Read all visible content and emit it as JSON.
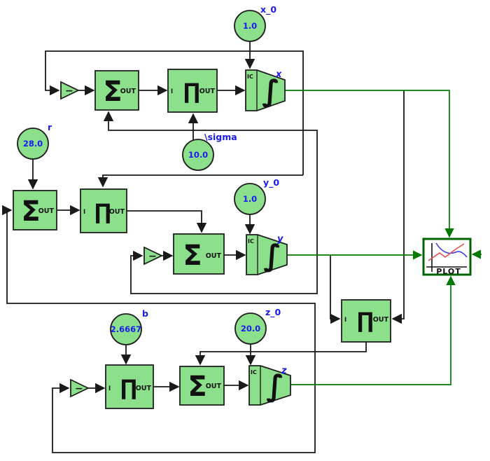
{
  "labels": {
    "out": "OUT",
    "in_port": "I",
    "ic": "IC",
    "plot": "PLOT",
    "gain_minus": "−",
    "sum_glyph": "Σ",
    "product_glyph": "∏",
    "integral_glyph": "∫"
  },
  "constants": [
    {
      "name": "x_0",
      "value": "1.0"
    },
    {
      "name": "r",
      "value": "28.0"
    },
    {
      "name": "\\sigma",
      "value": "10.0"
    },
    {
      "name": "y_0",
      "value": "1.0"
    },
    {
      "name": "b",
      "value": "2.6667"
    },
    {
      "name": "z_0",
      "value": "20.0"
    }
  ],
  "states": [
    {
      "name": "x"
    },
    {
      "name": "y"
    },
    {
      "name": "z"
    }
  ],
  "colors": {
    "canvas-bg": "#ffffff",
    "wire": "#1a1a1a",
    "green-wire": "#007a00",
    "block-fill": "#8ce08c",
    "block-stroke": "#1f1f1f",
    "label-blue": "#1a1af0",
    "plot-border": "#006400",
    "plot-red": "#e05050",
    "plot-blue": "#4040e0"
  }
}
